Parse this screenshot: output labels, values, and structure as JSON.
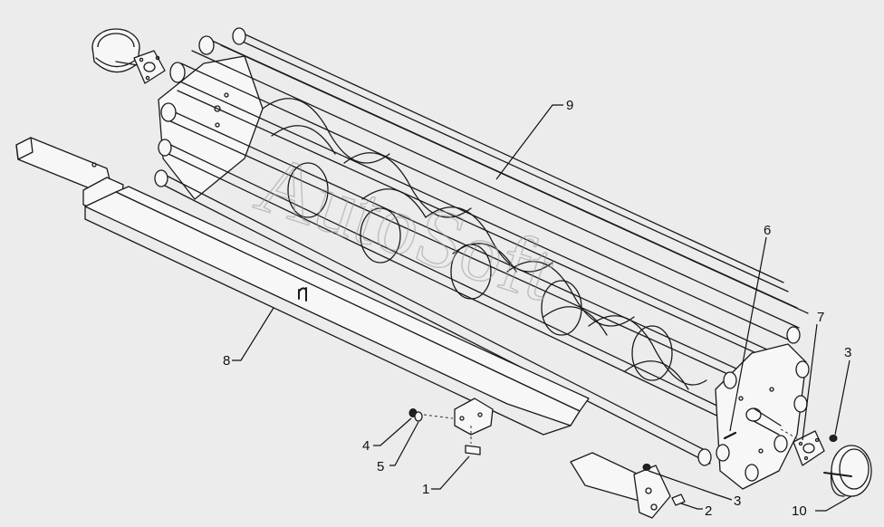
{
  "diagram": {
    "watermark": "AutoSoft",
    "callouts": [
      {
        "id": "c1",
        "label": "1"
      },
      {
        "id": "c2",
        "label": "2"
      },
      {
        "id": "c3a",
        "label": "3"
      },
      {
        "id": "c3b",
        "label": "3"
      },
      {
        "id": "c4",
        "label": "4"
      },
      {
        "id": "c5",
        "label": "5"
      },
      {
        "id": "c6",
        "label": "6"
      },
      {
        "id": "c7",
        "label": "7"
      },
      {
        "id": "c8",
        "label": "8"
      },
      {
        "id": "c9",
        "label": "9"
      },
      {
        "id": "c10",
        "label": "10"
      }
    ]
  }
}
